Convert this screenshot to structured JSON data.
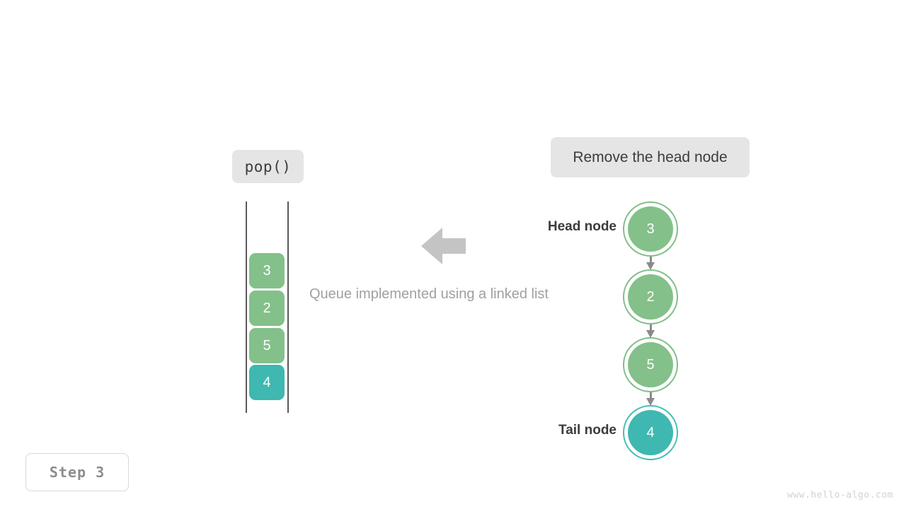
{
  "diagram": {
    "caption": "Queue implemented using a linked list",
    "operation_label": "pop()",
    "operation_description": "Remove the head node",
    "step_label": "Step 3",
    "watermark": "www.hello-algo.com",
    "arrow_icon": "left-block-arrow-icon",
    "colors": {
      "green": "#84c08a",
      "green_ring": "#7fbf85",
      "teal": "#3eb8b0",
      "teal_ring": "#45bdb5",
      "pill_background": "#e5e5e5",
      "connector": "#8a8a8a",
      "rail": "#595959",
      "caption_text": "#a0a0a0",
      "big_arrow": "#c4c4c4"
    }
  },
  "queue": {
    "name": "queue-box-column",
    "boxes": [
      {
        "value": "3",
        "color": "green"
      },
      {
        "value": "2",
        "color": "green"
      },
      {
        "value": "5",
        "color": "green"
      },
      {
        "value": "4",
        "color": "teal"
      }
    ]
  },
  "linked_list": {
    "head_label": "Head node",
    "tail_label": "Tail node",
    "nodes": [
      {
        "value": "3",
        "color": "green"
      },
      {
        "value": "2",
        "color": "green"
      },
      {
        "value": "5",
        "color": "green"
      },
      {
        "value": "4",
        "color": "teal"
      }
    ]
  }
}
